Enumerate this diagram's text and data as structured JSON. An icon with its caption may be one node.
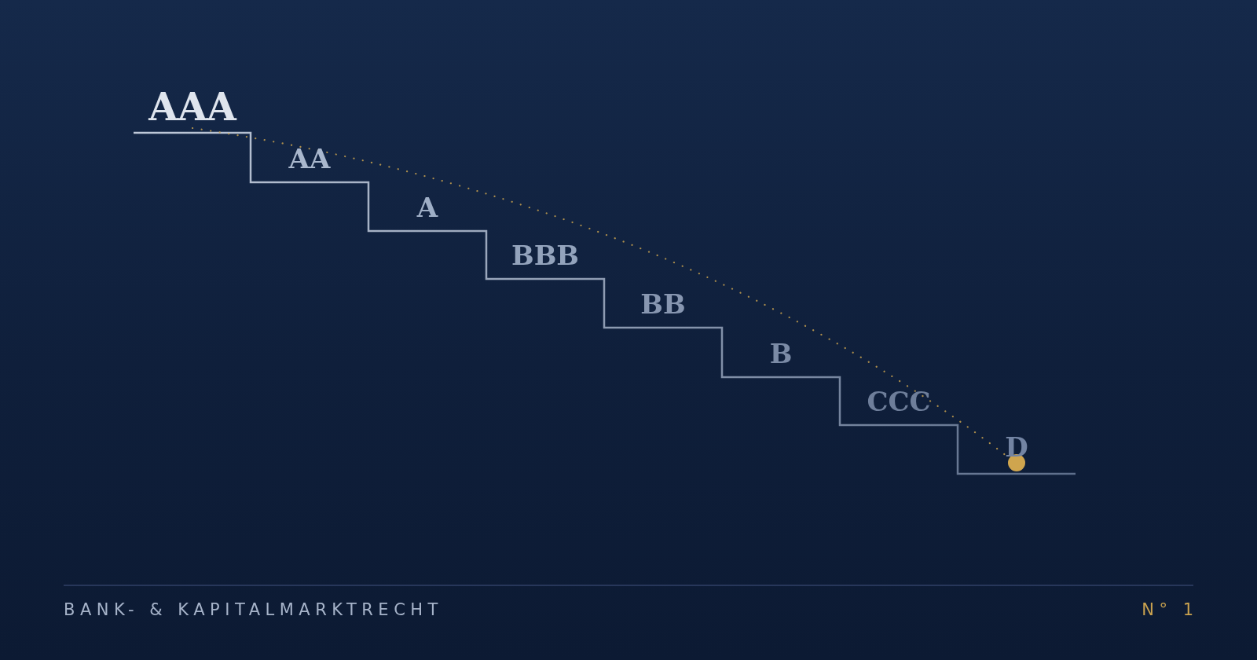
{
  "diagram": {
    "labels": [
      "AAA",
      "AA",
      "A",
      "BBB",
      "BB",
      "B",
      "CCC",
      "D",
      "BANK- & KAPITALMARKTRECHT",
      "N° 1"
    ]
  }
}
